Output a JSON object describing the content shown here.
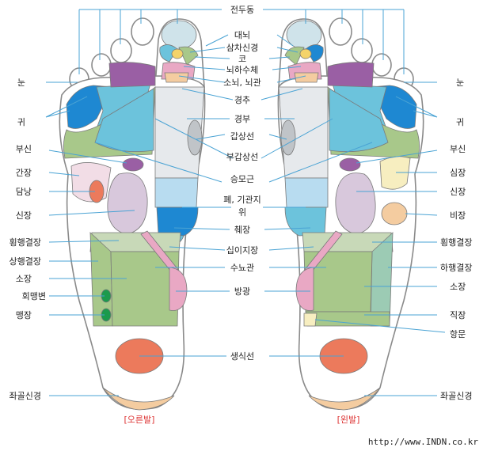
{
  "center_labels": {
    "jeondudeung": "전두동",
    "daenoe": "대뇌",
    "samcha": "삼차신경",
    "ko": "코",
    "noehasuche": "뇌하수체",
    "sonoe": "소뇌, 뇌관",
    "gyeongchu": "경추",
    "gyeongbu": "경부",
    "gapsangseon": "갑상선",
    "bugapsangseon": "부갑상선",
    "seungmogeun": "승모근",
    "pye": "폐, 기관지",
    "wi": "위",
    "chejang": "췌장",
    "sibijijang": "십이지장",
    "sunyogwan": "수뇨관",
    "banggwang": "방광",
    "saengsikseon": "생식선"
  },
  "left_labels": {
    "nun": "눈",
    "gwi": "귀",
    "busin": "부신",
    "ganjang": "간장",
    "damnang": "담낭",
    "sinjang": "신장",
    "hoenghaeng": "횡행결장",
    "sanghaeng": "상행결장",
    "sojang": "소장",
    "hoemaeng": "회맹변",
    "maengjang": "맹장",
    "jwagol": "좌골신경"
  },
  "right_labels": {
    "nun": "눈",
    "gwi": "귀",
    "busin": "부신",
    "simjang": "심장",
    "sinjang": "신장",
    "bijang": "비장",
    "hoenghaeng": "횡행결장",
    "hahaeng": "하행결장",
    "sojang": "소장",
    "jikjang": "직장",
    "hangmun": "항문",
    "jwagol": "좌골신경"
  },
  "captions": {
    "right_foot": "[오른발]",
    "left_foot": "[왼발]"
  },
  "url": "http://www.INDN.co.kr",
  "colors": {
    "leader": "#4aa3d4",
    "blue": "#1e88d2",
    "light_blue": "#6cc3dc",
    "green": "#a8c88a",
    "purple": "#9a5fa4",
    "pink": "#e9a8c4",
    "lavender": "#d8c8dc",
    "orange": "#ec7a5c",
    "peach": "#f4cca0",
    "gray": "#c0c4c8"
  }
}
